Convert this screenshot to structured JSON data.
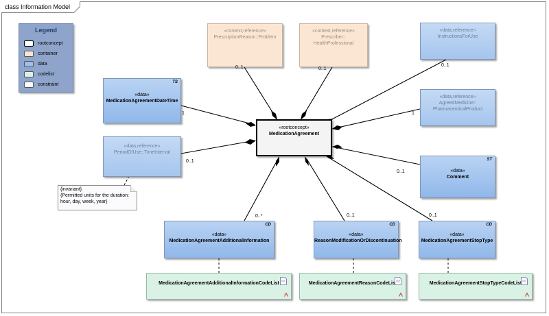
{
  "frame": {
    "title": "class Information Model"
  },
  "legend": {
    "title": "Legend",
    "items": [
      {
        "label": "rootconcept",
        "color": "#ffffff",
        "border": "#000000"
      },
      {
        "label": "container",
        "color": "#fbe6d3",
        "border": "#555555"
      },
      {
        "label": "data",
        "color": "#9cc0ee",
        "border": "#555555"
      },
      {
        "label": "codelist",
        "color": "#d9f2e5",
        "border": "#555555"
      },
      {
        "label": "constraint",
        "color": "#ffffff",
        "border": "#555555"
      }
    ]
  },
  "root": {
    "stereotype": "«rootconcept»",
    "name": "MedicationAgreement"
  },
  "classes": {
    "prescription_reason": {
      "stereotype": "«context,reference»",
      "name": "PrescriptionReason::Problem"
    },
    "prescriber": {
      "stereotype": "«context,reference»",
      "name_line1": "Prescriber::",
      "name_line2": "HealthProfessional"
    },
    "instructions": {
      "stereotype": "«data,reference»",
      "name": "InstructionsForUse"
    },
    "date_time": {
      "stereotype": "«data»",
      "name": "MedicationAgreementDateTime",
      "tag": "TS"
    },
    "agreed_medicine": {
      "stereotype": "«data,reference»",
      "name_line1": "AgreedMedicine::",
      "name_line2": "PharmaceuticalProduct"
    },
    "period_of_use": {
      "stereotype": "«data,reference»",
      "name": "PeriodOfUse::TimeInterval"
    },
    "comment": {
      "stereotype": "«data»",
      "name": "Comment",
      "tag": "ST"
    },
    "additional_info": {
      "stereotype": "«data»",
      "name": "MedicationAgreementAdditionalInformation",
      "tag": "CD"
    },
    "reason_modification": {
      "stereotype": "«data»",
      "name": "ReasonModificationOrDiscontinuation",
      "tag": "CD"
    },
    "stop_type": {
      "stereotype": "«data»",
      "name": "MedicationAgreementStopType",
      "tag": "CD"
    }
  },
  "codelists": {
    "additional_info": "MedicationAgreementAdditionalInformationCodeList",
    "reason": "MedicationAgreementReasonCodeList",
    "stop_type": "MedicationAgreementStopTypeCodeList"
  },
  "note": {
    "line1": "{invariant}",
    "line2": "{Permitted units for the duration:",
    "line3": "hour, day, week, year}"
  },
  "multiplicities": {
    "prescription_reason": "0..1",
    "prescriber": "0..1",
    "instructions": "0..1",
    "date_time": "1",
    "agreed_medicine": "1",
    "period_of_use": "0..1",
    "comment": "0..1",
    "additional_info": "0..*",
    "reason_modification": "0..1",
    "stop_type": "0..1"
  }
}
